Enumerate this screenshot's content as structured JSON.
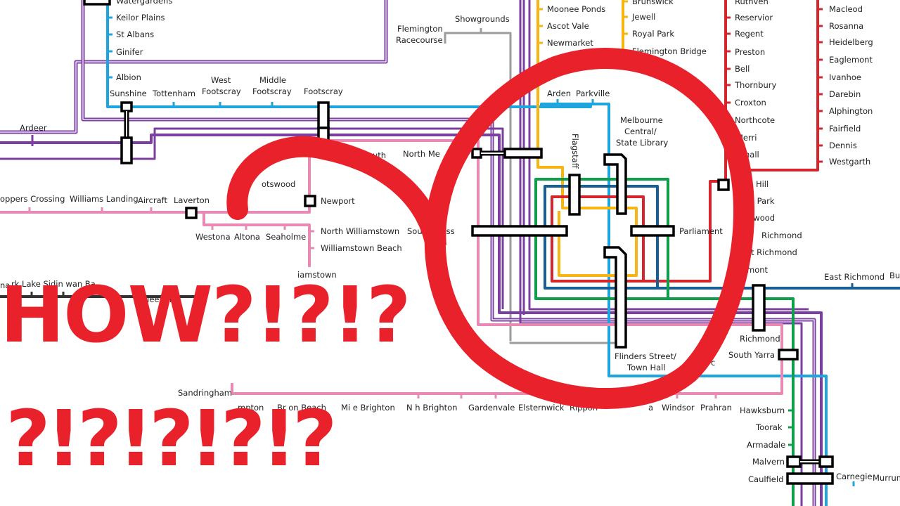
{
  "colors": {
    "cyan": "#1fa5dd",
    "purple": "#7b3fa0",
    "yellow": "#f7b515",
    "red": "#d5262d",
    "pink": "#e88ab4",
    "green": "#0f9e4a",
    "navy": "#1a5e96",
    "grey": "#9c9c9c",
    "dark": "#333333",
    "annotation": "#e8212b"
  },
  "overlay": {
    "line1": "HOW?!?!?",
    "line2": "?!?!?!?!?"
  },
  "stations": {
    "watergardens": "Watergardens",
    "keilor_plains": "Keilor Plains",
    "st_albans": "St Albans",
    "ginifer": "Ginifer",
    "albion": "Albion",
    "sunshine": "Sunshine",
    "tottenham": "Tottenham",
    "west_footscray": [
      "West",
      "Footscray"
    ],
    "middle_footscray": [
      "Middle",
      "Footscray"
    ],
    "footscray": "Footscray",
    "ardeer": "Ardeer",
    "hoppers_crossing": "oppers Crossing",
    "williams_landing": "Williams Landing",
    "aircraft": "Aircraft",
    "laverton": "Laverton",
    "westona": "Westona",
    "altona": "Altona",
    "seaholme": "Seaholme",
    "newport": "Newport",
    "spotswood": "otswood",
    "north_williamstown": "North Williamstown",
    "williamstown_beach": "Williamstown Beach",
    "williamstown": "iamstown",
    "south_kensington": "uth",
    "north_melbourne": "North Me",
    "flemington_racecourse": [
      "Flemington",
      "Racecourse"
    ],
    "showgrounds": "Showgrounds",
    "moonee_ponds": "Moonee Ponds",
    "ascot_vale": "Ascot Vale",
    "newmarket": "Newmarket",
    "brunswick": "Brunswick",
    "jewell": "Jewell",
    "royal_park": "Royal Park",
    "flemington_bridge": "Flemington Bridge",
    "arden": "Arden",
    "parkville": "Parkville",
    "flagstaff": "Flagstaff",
    "melbourne_central": [
      "Melbourne",
      "Central/",
      "State Library"
    ],
    "southern_cross": "Southe   ross",
    "parliament": "Parliament",
    "flinders_street": [
      "Flinders Street/",
      "Town Hall"
    ],
    "ruthven": "Ruthven",
    "reservoir": "Reservior",
    "regent": "Regent",
    "preston": "Preston",
    "bell": "Bell",
    "thornbury": "Thornbury",
    "croxton": "Croxton",
    "northcote": "Northcote",
    "merri": "Merri",
    "rushall": "shall",
    "macleod": "Macleod",
    "rosanna": "Rosanna",
    "heidelberg": "Heidelberg",
    "eaglemont": "Eaglemont",
    "ivanhoe": "Ivanhoe",
    "darebin": "Darebin",
    "alphington": "Alphington",
    "fairfield": "Fairfield",
    "dennis": "Dennis",
    "westgarth": "Westgarth",
    "clifton_hill": "n Hill",
    "victoria_park": "ria Park",
    "collingwood": "gwood",
    "north_richmond": "Richmond",
    "west_richmond": "t Richmond",
    "jolimont": "mont",
    "east_richmond": "East Richmond",
    "burnley": "Bu",
    "richmond": "Richmond",
    "south_yarra": "South Yarra",
    "mcg": "c",
    "hawksburn": "Hawksburn",
    "toorak": "Toorak",
    "armadale": "Armadale",
    "malvern": "Malvern",
    "caulfield": "Caulfield",
    "carnegie": "Carnegie",
    "murrumbeena": "Murrum",
    "sandringham": "Sandringham",
    "hampton": "mpton",
    "brighton_beach": "Br   on Beach",
    "middle_brighton": "Mi   e Brighton",
    "north_brighton": "N   h Brighton",
    "gardenvale": "Gardenvale",
    "elsternwick": "Elsternwick",
    "ripponlea": "Rippon",
    "balaclava": "a",
    "windsor": "Windsor",
    "prahran": "Prahran",
    "seaford_frag": "na",
    "lakeside": "rk  Lake   Sidin   wan Ba",
    "queenscliff": "Queen   iff"
  }
}
